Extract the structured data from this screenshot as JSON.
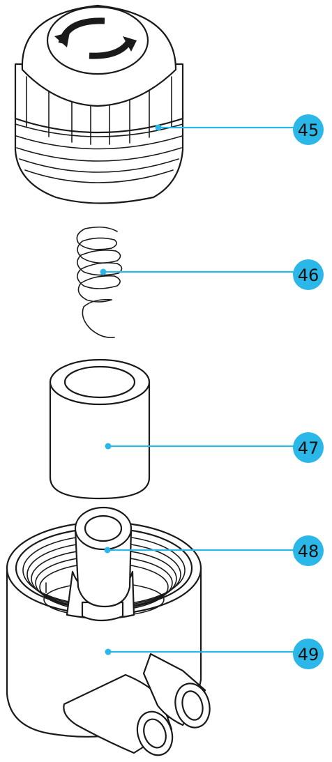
{
  "callouts": [
    {
      "id": "45",
      "part": "cap"
    },
    {
      "id": "46",
      "part": "spring"
    },
    {
      "id": "47",
      "part": "filter-cartridge"
    },
    {
      "id": "48",
      "part": "center-tube"
    },
    {
      "id": "49",
      "part": "housing"
    }
  ],
  "colors": {
    "accent": "#2bb7e8",
    "line": "#1a1a1a",
    "background": "#ffffff"
  },
  "icons": {
    "cap_symbol": "rotate-arrows-icon"
  }
}
